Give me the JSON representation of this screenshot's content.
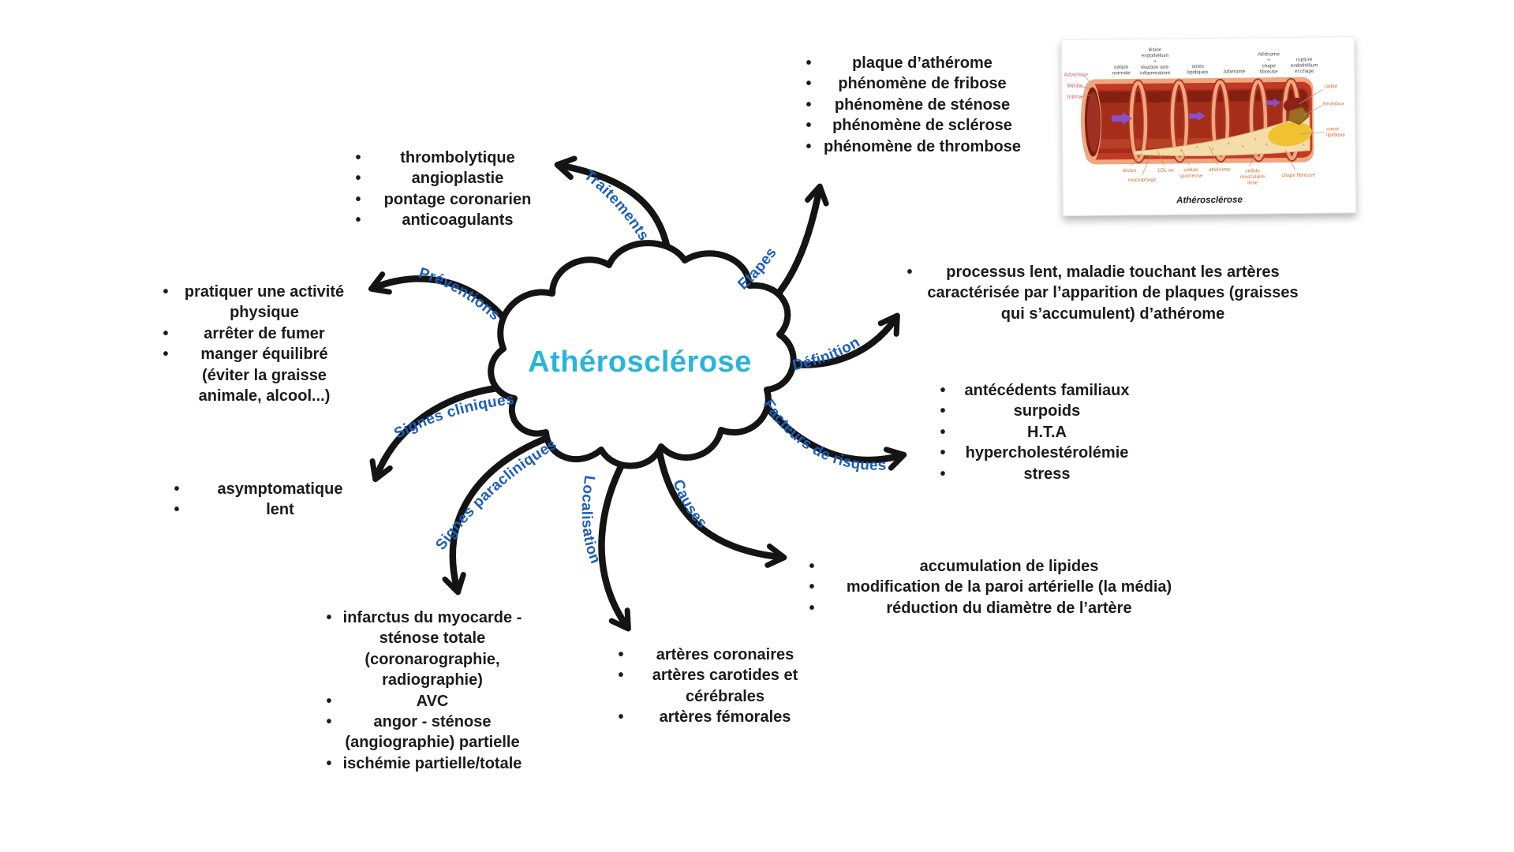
{
  "title": "Athérosclérose",
  "colors": {
    "title_cyan": "#2bb4d9",
    "branch_blue": "#1c5eb8",
    "ink": "#141414",
    "inset_orange": "#d07030",
    "inset_pink": "#d65c7d",
    "artery_red": "#c13a23",
    "plaque_cream": "#f4dcab",
    "lipid_yellow": "#f1c12f",
    "arrow_purple": "#8a4fc8"
  },
  "branches": [
    {
      "label": "Traitements",
      "items": [
        "thrombolytique",
        "angioplastie",
        "pontage coronarien",
        "anticoagulants"
      ]
    },
    {
      "label": "Etapes",
      "items": [
        "plaque d’athérome",
        "phénomène de fribose",
        "phénomène de sténose",
        "phénomène de sclérose",
        "phénomène de thrombose"
      ]
    },
    {
      "label": "Définition",
      "items": [
        "processus lent, maladie touchant les artères caractérisée par l’apparition de plaques (graisses qui s’accumulent) d’athérome"
      ]
    },
    {
      "label": "Facteurs de risques",
      "items": [
        "antécédents familiaux",
        "surpoids",
        "H.T.A",
        "hypercholestérolémie",
        "stress"
      ]
    },
    {
      "label": "Causes",
      "items": [
        "accumulation de lipides",
        "modification de la paroi artérielle (la média)",
        "réduction du diamètre de l’artère"
      ]
    },
    {
      "label": "Localisation",
      "items": [
        "artères coronaires",
        "artères carotides et cérébrales",
        "artères fémorales"
      ]
    },
    {
      "label": "Signes paracliniques",
      "items": [
        "infarctus du myocarde - sténose totale (coronarographie, radiographie)",
        "AVC",
        "angor - sténose (angiographie) partielle",
        "ischémie partielle/totale"
      ]
    },
    {
      "label": "Signes cliniques",
      "items": [
        "asymptomatique",
        "lent"
      ]
    },
    {
      "label": "Préventions",
      "items": [
        "pratiquer une activité physique",
        "arrêter de fumer",
        "manger équilibré (éviter la graisse animale, alcool...)"
      ]
    }
  ],
  "inset": {
    "caption": "Athérosclérose",
    "wall_layers": [
      "Adventice",
      "Média",
      "Intima"
    ],
    "stages": [
      "cellule normale",
      "lésion endothélium + réaction anti-inflammatoire",
      "stries lipidiques",
      "Athérome",
      "Athérome + chape fibreuse",
      "rupture endothélium et chape"
    ],
    "stage_lines": [
      [
        "cellule",
        "normale"
      ],
      [
        "lésion",
        "endothélium",
        "+",
        "réaction anti-",
        "inflammatoire"
      ],
      [
        "stries",
        "lipidiques"
      ],
      [
        "Athérome"
      ],
      [
        "Athérome",
        "+",
        "chape",
        "fibreuse"
      ],
      [
        "rupture",
        "endothélium",
        "et chape"
      ]
    ],
    "right_labels": [
      "caillot",
      "thrombus",
      "coeur lipidique"
    ],
    "right_label_lines": [
      [
        "caillot"
      ],
      [
        "thrombus"
      ],
      [
        "coeur",
        "lipidique"
      ]
    ],
    "bottom_labels": [
      "lésion",
      "macrophage",
      "LDL ox",
      "cellule spumeuse",
      "athérome",
      "cellule musculaire lisse",
      "chape fibreuse"
    ],
    "bottom_label_lines": [
      [
        "lésion"
      ],
      [
        "macrophage"
      ],
      [
        "LDL ox"
      ],
      [
        "cellule",
        "spumeuse"
      ],
      [
        "athérome"
      ],
      [
        "cellule",
        "musculaire",
        "lisse"
      ],
      [
        "chape fibreuse"
      ]
    ]
  }
}
